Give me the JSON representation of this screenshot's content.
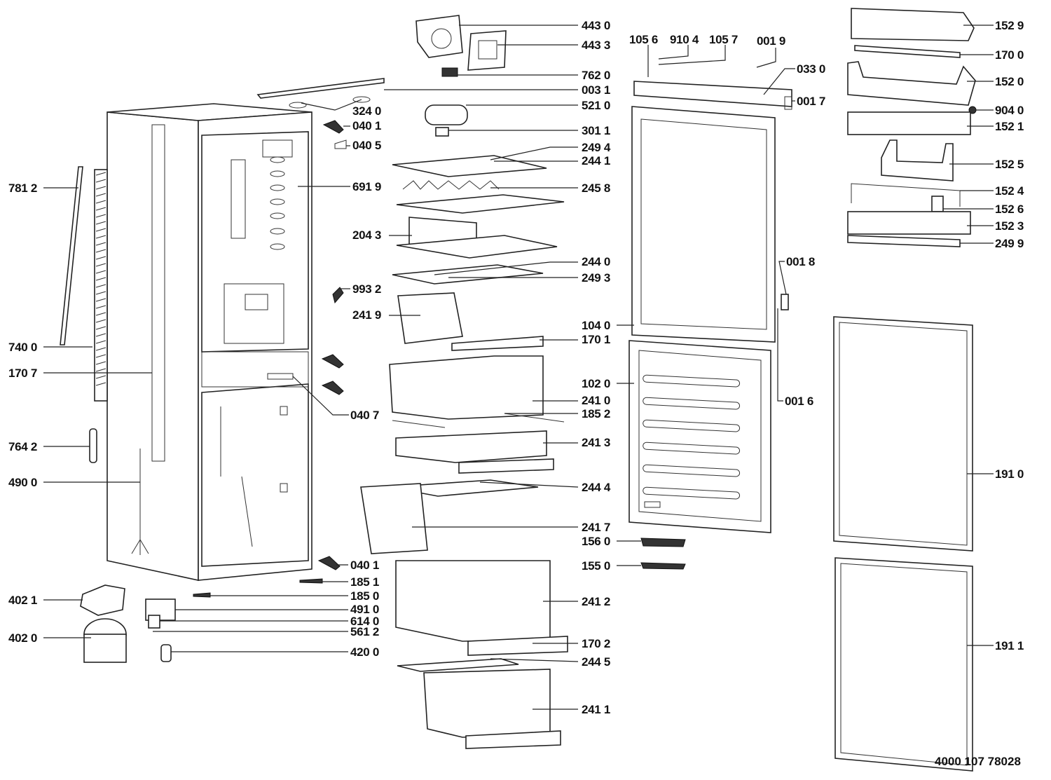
{
  "diagram": {
    "title": "Refrigerator exploded parts diagram",
    "document_number": "4000 107 78028",
    "colors": {
      "line": "#222222",
      "text": "#111111",
      "background": "#ffffff"
    },
    "labels": [
      {
        "id": "l4430",
        "code": "443 0"
      },
      {
        "id": "l4433",
        "code": "443 3"
      },
      {
        "id": "l7620",
        "code": "762 0"
      },
      {
        "id": "l0031",
        "code": "003 1"
      },
      {
        "id": "l5210",
        "code": "521 0"
      },
      {
        "id": "l3240",
        "code": "324 0"
      },
      {
        "id": "l3011",
        "code": "301 1"
      },
      {
        "id": "l0401a",
        "code": "040 1"
      },
      {
        "id": "l0405",
        "code": "040 5"
      },
      {
        "id": "l2494",
        "code": "249 4"
      },
      {
        "id": "l2441",
        "code": "244 1"
      },
      {
        "id": "l7812",
        "code": "781 2"
      },
      {
        "id": "l6919",
        "code": "691 9"
      },
      {
        "id": "l2458",
        "code": "245 8"
      },
      {
        "id": "l2043",
        "code": "204 3"
      },
      {
        "id": "l2440",
        "code": "244 0"
      },
      {
        "id": "l2493",
        "code": "249 3"
      },
      {
        "id": "l9932",
        "code": "993 2"
      },
      {
        "id": "l2419",
        "code": "241 9"
      },
      {
        "id": "l1040",
        "code": "104 0"
      },
      {
        "id": "l1701",
        "code": "170 1"
      },
      {
        "id": "l7400",
        "code": "740 0"
      },
      {
        "id": "l1707",
        "code": "170 7"
      },
      {
        "id": "l1020",
        "code": "102 0"
      },
      {
        "id": "l2410",
        "code": "241 0"
      },
      {
        "id": "l0407",
        "code": "040 7"
      },
      {
        "id": "l1852",
        "code": "185 2"
      },
      {
        "id": "l2413",
        "code": "241 3"
      },
      {
        "id": "l7642",
        "code": "764 2"
      },
      {
        "id": "l4900",
        "code": "490 0"
      },
      {
        "id": "l2444",
        "code": "244 4"
      },
      {
        "id": "l2417",
        "code": "241 7"
      },
      {
        "id": "l1560",
        "code": "156 0"
      },
      {
        "id": "l0401b",
        "code": "040 1"
      },
      {
        "id": "l1550",
        "code": "155 0"
      },
      {
        "id": "l1851",
        "code": "185 1"
      },
      {
        "id": "l1850",
        "code": "185 0"
      },
      {
        "id": "l4021",
        "code": "402 1"
      },
      {
        "id": "l2412",
        "code": "241 2"
      },
      {
        "id": "l4910",
        "code": "491 0"
      },
      {
        "id": "l6140",
        "code": "614 0"
      },
      {
        "id": "l5612",
        "code": "561 2"
      },
      {
        "id": "l4020",
        "code": "402 0"
      },
      {
        "id": "l1702",
        "code": "170 2"
      },
      {
        "id": "l4200",
        "code": "420 0"
      },
      {
        "id": "l2445",
        "code": "244 5"
      },
      {
        "id": "l2411",
        "code": "241 1"
      },
      {
        "id": "l1056",
        "code": "105 6"
      },
      {
        "id": "l9104",
        "code": "910 4"
      },
      {
        "id": "l1057",
        "code": "105 7"
      },
      {
        "id": "l0019",
        "code": "001 9"
      },
      {
        "id": "l0330",
        "code": "033 0"
      },
      {
        "id": "l0017",
        "code": "001 7"
      },
      {
        "id": "l0018",
        "code": "001 8"
      },
      {
        "id": "l0016",
        "code": "001 6"
      },
      {
        "id": "l1529",
        "code": "152 9"
      },
      {
        "id": "l1700",
        "code": "170 0"
      },
      {
        "id": "l1520",
        "code": "152 0"
      },
      {
        "id": "l9040",
        "code": "904 0"
      },
      {
        "id": "l1521",
        "code": "152 1"
      },
      {
        "id": "l1525",
        "code": "152 5"
      },
      {
        "id": "l1524",
        "code": "152 4"
      },
      {
        "id": "l1526",
        "code": "152 6"
      },
      {
        "id": "l1523",
        "code": "152 3"
      },
      {
        "id": "l2499",
        "code": "249 9"
      },
      {
        "id": "l1910",
        "code": "191 0"
      },
      {
        "id": "l1911",
        "code": "191 1"
      }
    ]
  }
}
